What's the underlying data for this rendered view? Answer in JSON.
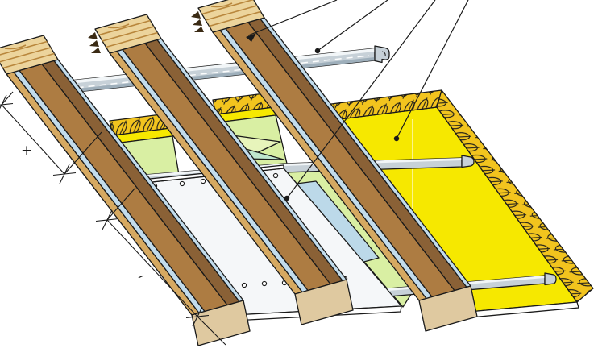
{
  "diagram": {
    "title": "Timber joist ceiling construction detail (isometric cutaway)",
    "type": "construction-assembly-illustration",
    "components": [
      {
        "id": "wooden-joist",
        "label": "Wooden joist (3x, sawn end grain visible)"
      },
      {
        "id": "hat-furring-channel",
        "label": "Metal hat/furring channel, 3 rows perpendicular to joists"
      },
      {
        "id": "resilient-channel",
        "label": "Resilient metal channel strip along joist edge"
      },
      {
        "id": "mineral-wool-insulation",
        "label": "Mineral wool insulation with hatched cut edges"
      },
      {
        "id": "vapor-membrane",
        "label": "Vapour membrane / green layer, partly folded back"
      },
      {
        "id": "gypsum-board",
        "label": "Gypsum board with screw fixings"
      }
    ],
    "callouts": [
      {
        "index": 1,
        "marker": "arrow",
        "target": "resilient-channel"
      },
      {
        "index": 2,
        "marker": "dot",
        "target": "hat-furring-channel"
      },
      {
        "index": 3,
        "marker": "dot",
        "target": "gypsum-board"
      },
      {
        "index": 4,
        "marker": "dot",
        "target": "mineral-wool-insulation"
      }
    ],
    "dimension_marks": {
      "plus": "+",
      "dash": "–"
    }
  },
  "palette": {
    "joist_top": "#ad7c42",
    "joist_light": "#d6a961",
    "joist_dark": "#8a6136",
    "joist_end": "#ecd49c",
    "joist_cut": "#dfc9a0",
    "channel_body": "#c7d1d8",
    "channel_blue": "#c2dcec",
    "insulation": "#f6e800",
    "insulation_cut": "#f2c41e",
    "membrane": "#d9efa3",
    "membrane_fold": "#bfe5cd",
    "board": "#f5f7f9",
    "outline": "#1a1a1a"
  }
}
